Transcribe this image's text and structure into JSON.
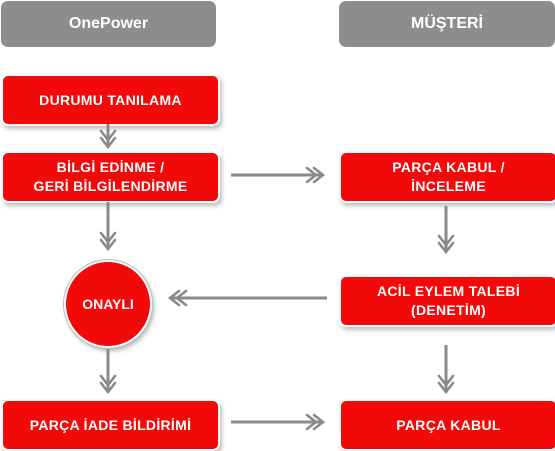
{
  "colors": {
    "header_bg": "#8d8d8d",
    "node_fill": "#f20a0a",
    "node_border": "#ffffff",
    "arrow": "#8a8a8a"
  },
  "lanes": {
    "left": "OnePower",
    "right": "MÜŞTERİ"
  },
  "nodes": {
    "diagnose": "DURUMU TANILAMA",
    "info_line1": "BİLGİ EDİNME /",
    "info_line2": "GERİ BİLGİLENDİRME",
    "approved": "ONAYLI",
    "return_notice": "PARÇA İADE BİLDİRİMİ",
    "part_review_line1": "PARÇA KABUL /",
    "part_review_line2": "İNCELEME",
    "urgent_line1": "ACİL EYLEM TALEBİ",
    "urgent_line2": "(DENETİM)",
    "part_accept": "PARÇA KABUL"
  }
}
